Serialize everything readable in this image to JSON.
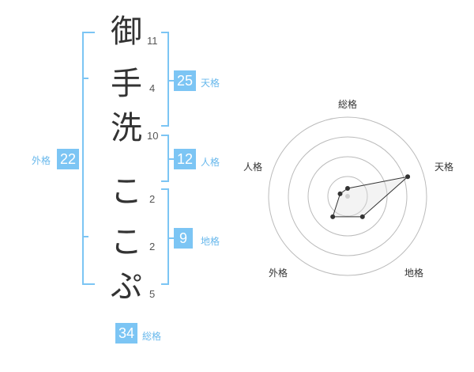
{
  "name": {
    "chars": [
      {
        "char": "御",
        "strokes": "11"
      },
      {
        "char": "手",
        "strokes": "4"
      },
      {
        "char": "洗",
        "strokes": "10"
      },
      {
        "char": "こ",
        "strokes": "2"
      },
      {
        "char": "こ",
        "strokes": "2"
      },
      {
        "char": "ぷ",
        "strokes": "5"
      }
    ]
  },
  "fortune": {
    "tenkaku": {
      "value": "25",
      "label": "天格"
    },
    "jinkaku": {
      "value": "12",
      "label": "人格"
    },
    "chikaku": {
      "value": "9",
      "label": "地格"
    },
    "gaikaku": {
      "value": "22",
      "label": "外格"
    },
    "soukaku": {
      "value": "34",
      "label": "総格"
    }
  },
  "chart_data": {
    "type": "radar",
    "axes": [
      "総格",
      "天格",
      "地格",
      "外格",
      "人格"
    ],
    "values": [
      0.1,
      0.8,
      0.32,
      0.32,
      0.1
    ],
    "range": [
      0,
      1
    ],
    "rings": 4
  }
}
